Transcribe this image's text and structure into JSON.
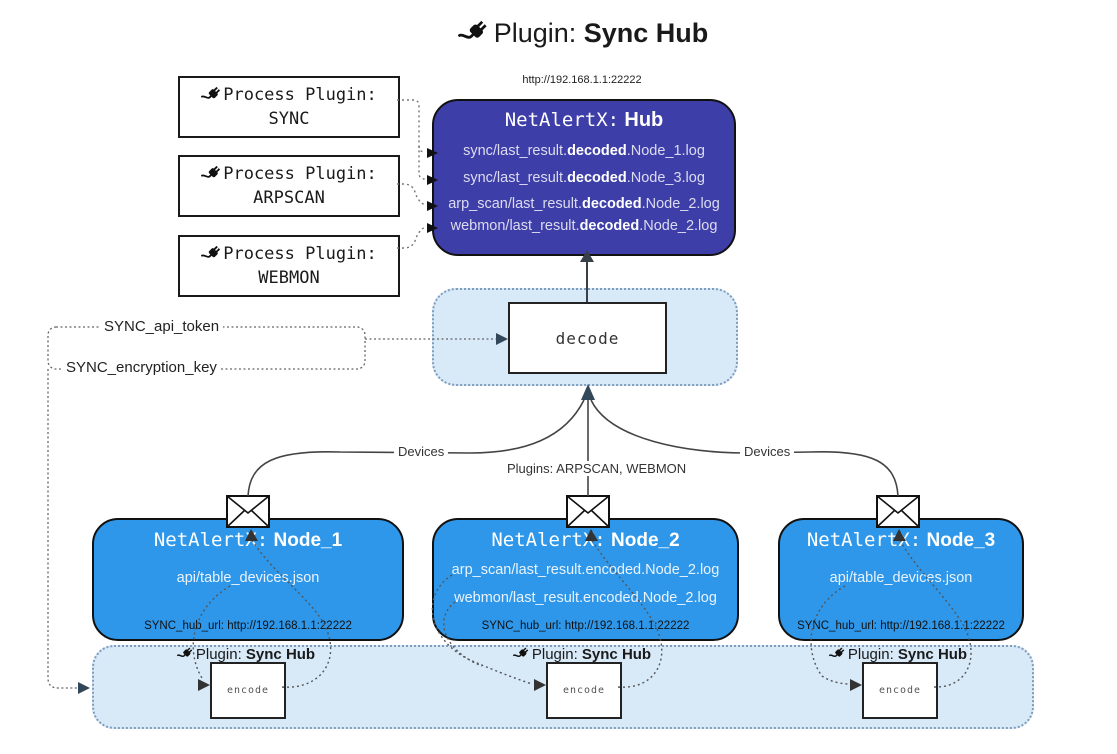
{
  "colors": {
    "hub_bg": "#3e3ea9",
    "node_bg": "#2e97ea",
    "panel_bg": "#d8e9f8",
    "panel_border": "#7e9cbd",
    "arrow_dark": "#33475a",
    "line": "#444444"
  },
  "title": {
    "label": "Plugin:",
    "name": "Sync Hub"
  },
  "process_plugins": [
    {
      "label": "Process Plugin:",
      "name": "SYNC"
    },
    {
      "label": "Process Plugin:",
      "name": "ARPSCAN"
    },
    {
      "label": "Process Plugin:",
      "name": "WEBMON"
    }
  ],
  "hub": {
    "url": "http://192.168.1.1:22222",
    "title_prefix": "NetAlertX:",
    "title_name": "Hub",
    "logs": [
      {
        "pre": "sync/last_result.",
        "bold": "decoded",
        "post": ".Node_1.log"
      },
      {
        "pre": "sync/last_result.",
        "bold": "decoded",
        "post": ".Node_3.log"
      },
      {
        "pre": "arp_scan/last_result.",
        "bold": "decoded",
        "post": ".Node_2.log"
      },
      {
        "pre": "webmon/last_result.",
        "bold": "decoded",
        "post": ".Node_2.log"
      }
    ]
  },
  "decode_box": {
    "label": "decode"
  },
  "settings": {
    "api_token": "SYNC_api_token",
    "encryption_key": "SYNC_encryption_key"
  },
  "edge_labels": {
    "devices_left": "Devices",
    "plugins_mid": "Plugins: ARPSCAN, WEBMON",
    "devices_right": "Devices"
  },
  "nodes": [
    {
      "title_prefix": "NetAlertX:",
      "title_name": "Node_1",
      "files": [
        "api/table_devices.json"
      ],
      "hub_url": "SYNC_hub_url: http://192.168.1.1:22222"
    },
    {
      "title_prefix": "NetAlertX:",
      "title_name": "Node_2",
      "files": [
        "arp_scan/last_result.encoded.Node_2.log",
        "webmon/last_result.encoded.Node_2.log"
      ],
      "hub_url": "SYNC_hub_url: http://192.168.1.1:22222"
    },
    {
      "title_prefix": "NetAlertX:",
      "title_name": "Node_3",
      "files": [
        "api/table_devices.json"
      ],
      "hub_url": "SYNC_hub_url: http://192.168.1.1:22222"
    }
  ],
  "encoders": [
    {
      "prefix": "Plugin:",
      "name": "Sync Hub",
      "box_label": "encode"
    },
    {
      "prefix": "Plugin:",
      "name": "Sync Hub",
      "box_label": "encode"
    },
    {
      "prefix": "Plugin:",
      "name": "Sync Hub",
      "box_label": "encode"
    }
  ]
}
